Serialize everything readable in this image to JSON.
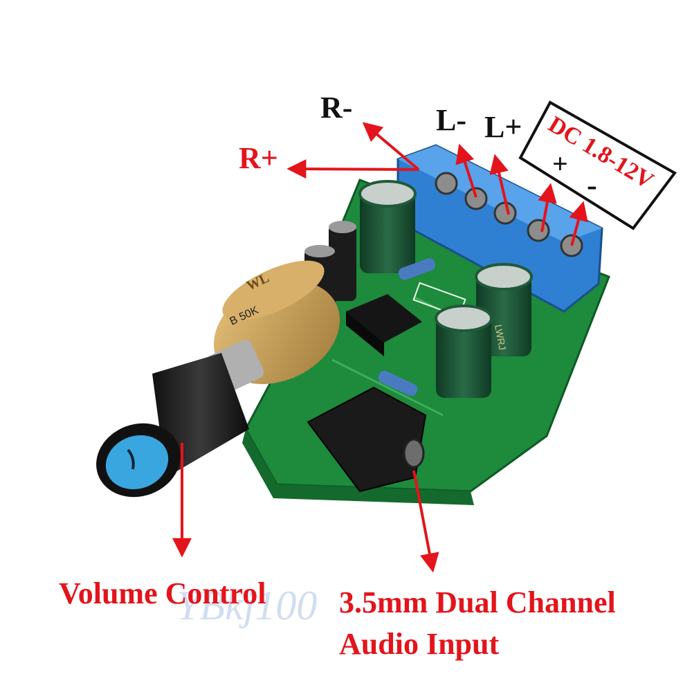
{
  "labels": {
    "r_minus": "R-",
    "r_plus": "R+",
    "l_minus": "L-",
    "l_plus": "L+",
    "power_line1": "DC 1.8-12V",
    "power_plus": "+",
    "power_minus": "-",
    "volume": "Volume Control",
    "input_line1": "3.5mm Dual Channel",
    "input_line2": "Audio Input"
  },
  "board_text": {
    "pot_marking": "B 50K",
    "pot_brand": "WL",
    "cap_marking": "LWRJ"
  },
  "watermark": "YBkj100",
  "colors": {
    "label_red": "#e3141b",
    "label_black": "#111111",
    "pcb_green": "#1d8a3c",
    "terminal_blue": "#2f7fd2",
    "knob_blue": "#3aa6e0",
    "capacitor_green": "#1f5a3a"
  }
}
